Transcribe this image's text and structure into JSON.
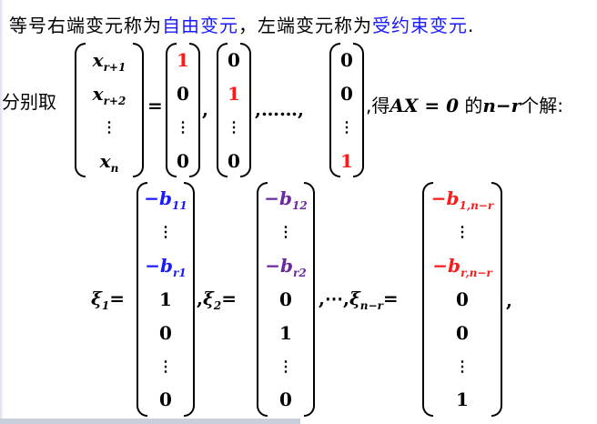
{
  "line1": {
    "part1": "等号右端变元称为",
    "free": "自由变元",
    "part2": "，左端变元称为",
    "bound": "受约束变元",
    "part3": "."
  },
  "row2": {
    "take_label": "分别取",
    "vars": [
      "x",
      "x",
      "⋮",
      "x"
    ],
    "var_subs": [
      "r+1",
      "r+2",
      "",
      "n"
    ],
    "equals": "=",
    "v1": [
      "1",
      "0",
      "⋮",
      "0"
    ],
    "v2": [
      "0",
      "1",
      "⋮",
      "0"
    ],
    "v3": [
      "0",
      "0",
      "⋮",
      "1"
    ],
    "comma": ",",
    "dots": ",……,",
    "get_label": ",得",
    "equation": "AX = 0",
    "of": " 的",
    "nr": "n−r",
    "solutions": "个解:"
  },
  "row3": {
    "xi": "ξ",
    "xi_subs": [
      "1",
      "2",
      "n−r"
    ],
    "equals": "=",
    "sep1": ",",
    "sep2": ",⋯,",
    "end": ",",
    "col1": {
      "entries": [
        "−b",
        "⋮",
        "−b",
        "1",
        "0",
        "⋮",
        "0"
      ],
      "subs": [
        "11",
        "",
        "r1",
        "",
        "",
        "",
        ""
      ]
    },
    "col2": {
      "entries": [
        "−b",
        "⋮",
        "−b",
        "0",
        "1",
        "⋮",
        "0"
      ],
      "subs": [
        "12",
        "",
        "r2",
        "",
        "",
        "",
        ""
      ]
    },
    "col3": {
      "entries": [
        "−b",
        "⋮",
        "−b",
        "0",
        "0",
        "⋮",
        "1"
      ],
      "subs": [
        "1,n−r",
        "",
        "r,n−r",
        "",
        "",
        "",
        ""
      ]
    }
  },
  "colors": {
    "blue": "#1a1aff",
    "red": "#ff1a1a",
    "purple": "#6a2aa0"
  }
}
